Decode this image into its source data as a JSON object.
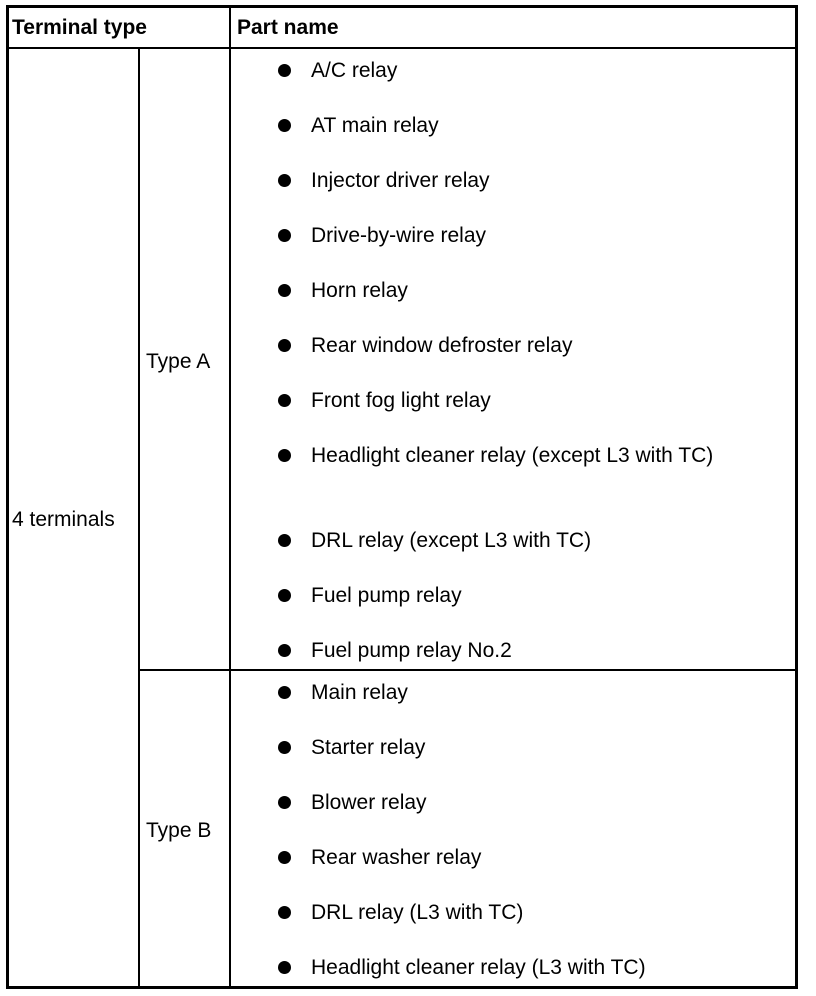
{
  "header": {
    "terminal_type": "Terminal type",
    "part_name": "Part name"
  },
  "terminal_group": "4 terminals",
  "type_a": {
    "label": "Type A",
    "items": [
      "A/C relay",
      "AT main relay",
      "Injector driver relay",
      "Drive-by-wire relay",
      "Horn relay",
      "Rear window defroster relay",
      "Front fog light relay",
      "Headlight cleaner relay (except L3 with TC)",
      "DRL relay (except L3 with TC)",
      "Fuel pump relay",
      "Fuel pump relay No.2"
    ]
  },
  "type_b": {
    "label": "Type B",
    "items": [
      "Main relay",
      "Starter relay",
      "Blower relay",
      "Rear washer relay",
      "DRL relay (L3 with TC)",
      "Headlight cleaner relay (L3 with TC)"
    ]
  }
}
